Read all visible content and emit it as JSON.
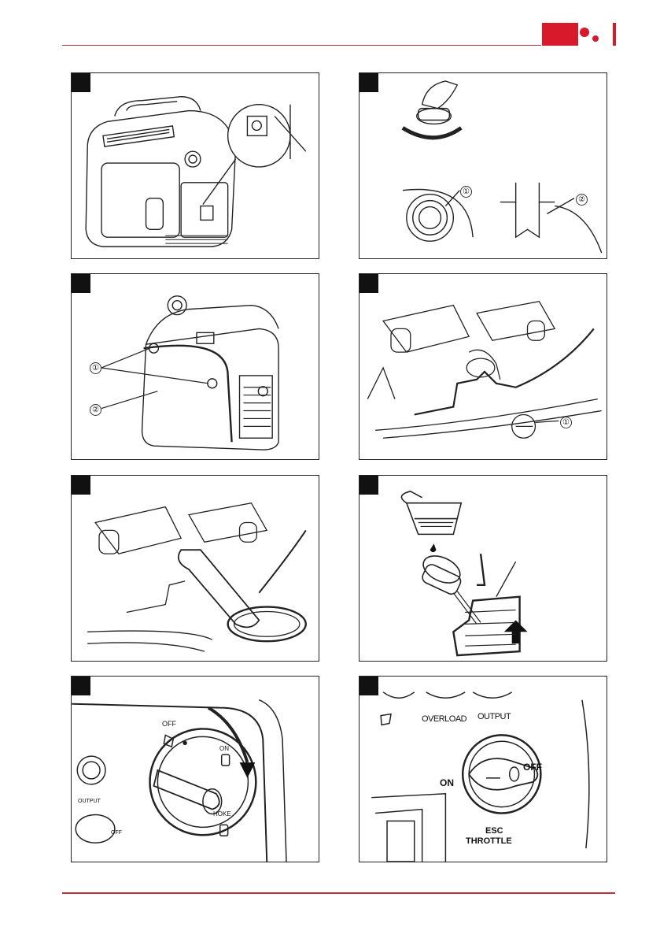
{
  "brand": {
    "accent": "#d7192b",
    "rule_color": "#c0303a"
  },
  "panels": [
    {
      "number": "",
      "labels": []
    },
    {
      "number": "",
      "labels": [
        "①",
        "②"
      ]
    },
    {
      "number": "",
      "labels": [
        "①",
        "②"
      ]
    },
    {
      "number": "",
      "labels": [
        "①"
      ]
    },
    {
      "number": "",
      "labels": []
    },
    {
      "number": "",
      "labels": []
    },
    {
      "number": "",
      "labels": {
        "off": "OFF",
        "on": "ON",
        "choke": "HOKE",
        "output": "OUTPUT",
        "off2": "OFF"
      }
    },
    {
      "number": "",
      "labels": {
        "overload": "OVERLOAD",
        "output": "OUTPUT",
        "on": "ON",
        "off": "OFF",
        "esc": "ESC",
        "throttle": "THROTTLE"
      }
    }
  ]
}
